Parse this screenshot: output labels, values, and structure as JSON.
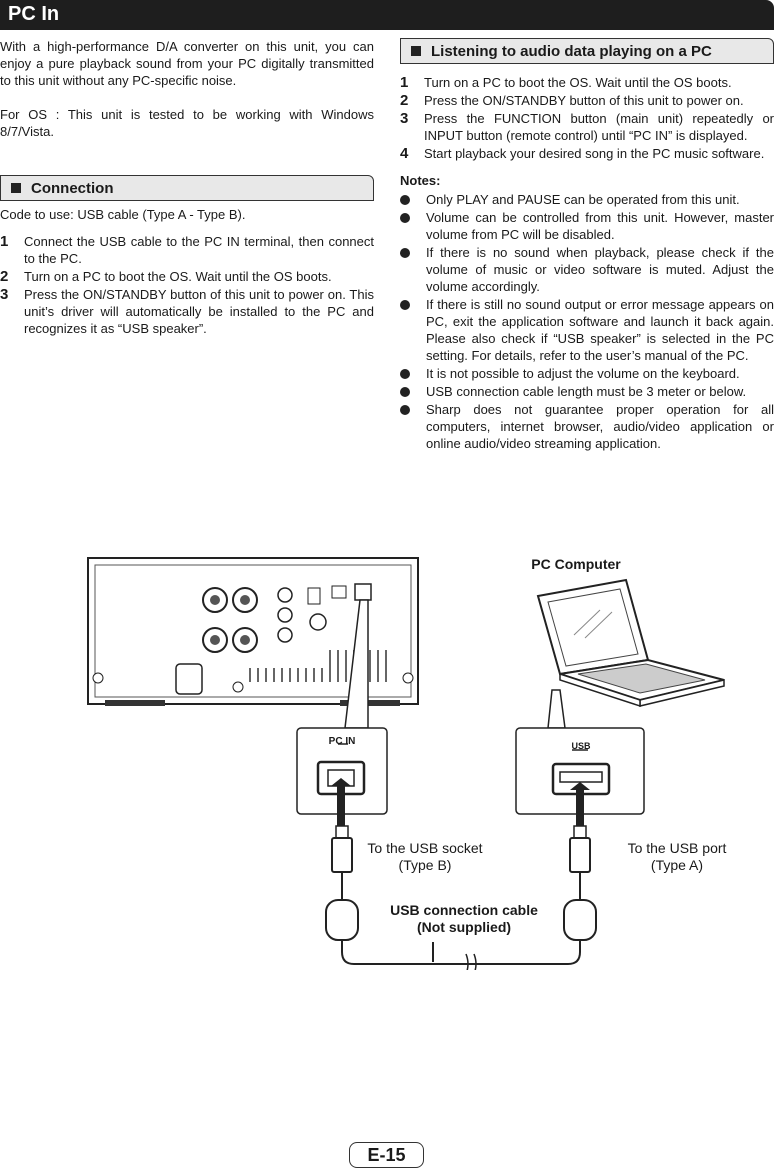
{
  "header": {
    "title": "PC In"
  },
  "intro": {
    "p1": "With a high-performance D/A converter on this unit, you can enjoy a pure playback sound from your PC digitally transmitted to this unit without any PC-specific noise.",
    "p2": "For OS : This unit is tested to be working with Windows 8/7/Vista."
  },
  "connection": {
    "title": "Connection",
    "code": "Code to use: USB cable (Type A - Type B).",
    "steps": [
      {
        "num": "1",
        "text": "Connect the USB cable to the PC IN terminal, then connect to the PC."
      },
      {
        "num": "2",
        "text": "Turn on a PC to boot the OS. Wait until the OS boots."
      },
      {
        "num": "3",
        "text": "Press the ON/STANDBY button of this unit to power on. This unit’s driver will automatically be installed to the PC and recognizes it as “USB speaker”."
      }
    ]
  },
  "listening": {
    "title": "Listening to audio data playing on a PC",
    "steps": [
      {
        "num": "1",
        "text": "Turn on a PC to boot the OS. Wait until the OS boots."
      },
      {
        "num": "2",
        "text": "Press the ON/STANDBY button of this unit to power on."
      },
      {
        "num": "3",
        "text": "Press the FUNCTION button (main unit) repeatedly or INPUT button (remote control) until “PC IN” is displayed."
      },
      {
        "num": "4",
        "text": "Start playback your desired song in the PC music software."
      }
    ]
  },
  "notes": {
    "title": "Notes:",
    "items": [
      "Only PLAY and PAUSE can be operated from this unit.",
      "Volume can be controlled from this unit. However, master volume from PC will be disabled.",
      "If there is no sound when playback, please check if the volume of music or video software is muted. Adjust the volume accordingly.",
      "If there is still no sound output or error message appears on PC, exit the application software and launch it back again. Please also check if “USB speaker” is selected in the PC setting. For details, refer to the user’s manual of the PC.",
      "It is not possible to adjust the volume on the keyboard.",
      "USB connection cable length must be 3 meter or below.",
      "Sharp does not guarantee proper operation for all computers, internet browser, audio/video application or online audio/video streaming application."
    ]
  },
  "diagram": {
    "pc_label": "PC Computer",
    "pcin_port_label": "PC IN",
    "usb_port_label": "USB",
    "socket_b_line1": "To the USB socket",
    "socket_b_line2": "(Type B)",
    "port_a_line1": "To the USB port",
    "port_a_line2": "(Type A)",
    "cable_line1": "USB connection cable",
    "cable_line2": "(Not supplied)"
  },
  "footer": {
    "page": "E-15"
  }
}
